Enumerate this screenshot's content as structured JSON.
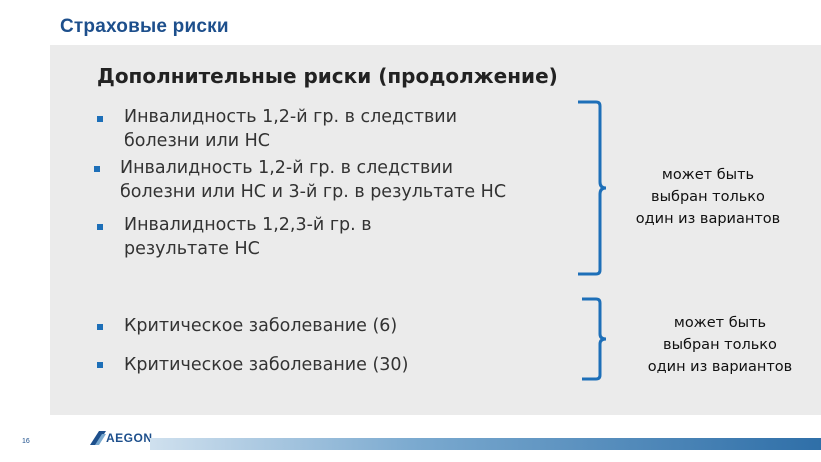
{
  "header": {
    "title": "Страховые риски"
  },
  "main": {
    "heading": "Дополнительные риски (продолжение)",
    "group1": {
      "items": [
        {
          "lines": [
            "Инвалидность 1,2-й гр. в следствии",
            "болезни или НС"
          ]
        },
        {
          "lines": [
            "Инвалидность 1,2-й гр. в следствии",
            "болезни или НС и 3-й гр. в результате НС"
          ]
        },
        {
          "lines": [
            "Инвалидность 1,2,3-й гр. в",
            "результате НС"
          ]
        }
      ],
      "note": [
        "может быть",
        "выбран только",
        "один из вариантов"
      ]
    },
    "group2": {
      "items": [
        {
          "lines": [
            "Критическое заболевание (6)"
          ]
        },
        {
          "lines": [
            "Критическое заболевание (30)"
          ]
        }
      ],
      "note": [
        "может быть",
        "выбран только",
        "один из вариантов"
      ]
    }
  },
  "footer": {
    "page_number": "16",
    "logo_text": "AEGON",
    "accent_color": "#1d6fb8"
  }
}
